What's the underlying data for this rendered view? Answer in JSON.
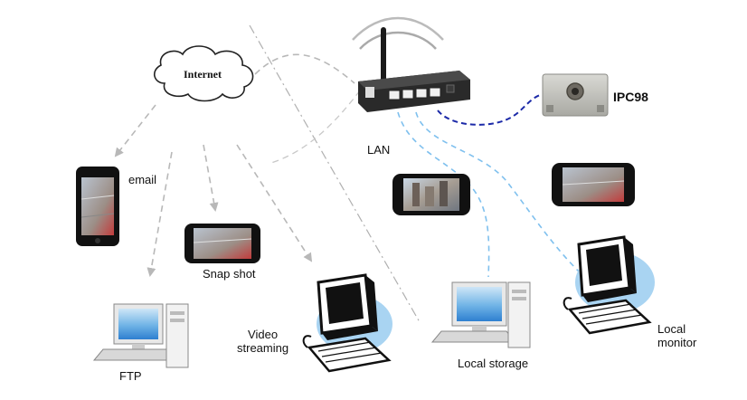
{
  "cloud_label": "Internet",
  "labels": {
    "email": "email",
    "snapshot": "Snap shot",
    "lan": "LAN",
    "ipcam": "IPC98",
    "ftp": "FTP",
    "video_line1": "Video",
    "video_line2": "streaming",
    "local_storage": "Local storage",
    "local_monitor_line1": "Local",
    "local_monitor_line2": "monitor"
  },
  "colors": {
    "wan_link": "#b8b8b8",
    "lan_wifi": "#7fc0ee",
    "lan_wired": "#1c2aa8",
    "monitor_glow": "#a9d4f2",
    "screen_blue": "#2e7fd0"
  }
}
